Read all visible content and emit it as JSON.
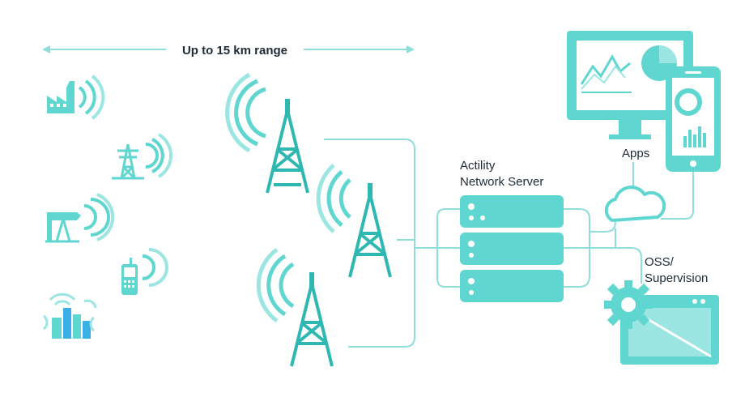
{
  "range_label": "Up to 15 km range",
  "server_label_line1": "Actility",
  "server_label_line2": "Network Server",
  "apps_label": "Apps",
  "oss_label_line1": "OSS/",
  "oss_label_line2": "Supervision",
  "colors": {
    "accent": "#5fd6d0",
    "accent_light": "#9be6e2",
    "accent_dark": "#2fb8b2",
    "line": "#8fdedb",
    "text": "#1d2b36",
    "blue": "#3ab0e6"
  },
  "icons": [
    "factory-icon",
    "power-pylon-icon",
    "oil-pump-icon",
    "mobile-phone-icon",
    "city-buildings-icon",
    "antenna-tower-icon",
    "server-stack-icon",
    "cloud-icon",
    "monitor-icon",
    "smartphone-icon",
    "gear-icon",
    "dashboard-window-icon"
  ]
}
